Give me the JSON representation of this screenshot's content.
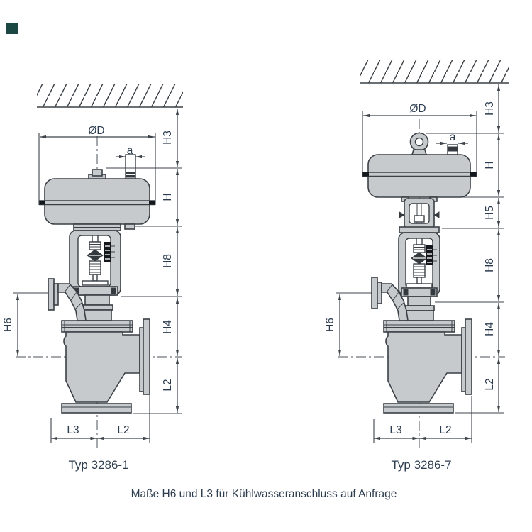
{
  "note": "Maße H6 und L3 für Kühlwasseranschluss auf Anfrage",
  "valves": [
    {
      "type_label": "Typ 3286-1"
    },
    {
      "type_label": "Typ 3286-7"
    }
  ],
  "dims": {
    "od": "ØD",
    "h3": "H3",
    "a": "a",
    "h": "H",
    "h5": "H5",
    "h8": "H8",
    "h4": "H4",
    "h6": "H6",
    "l2": "L2",
    "l3": "L3"
  },
  "colors": {
    "line": "#3a4046",
    "body_fill": "#c6cacd",
    "label_text": "#2d3d50",
    "corner_marker": "#1c4843",
    "background": "#ffffff"
  }
}
